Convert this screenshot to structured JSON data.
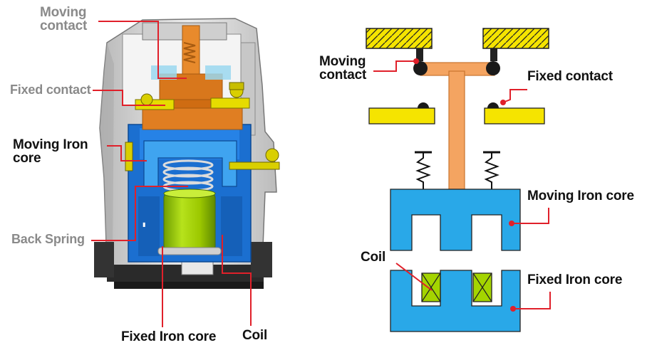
{
  "left_diagram": {
    "labels": {
      "moving_contact": "Moving\ncontact",
      "fixed_contact": "Fixed contact",
      "moving_iron_core": "Moving Iron\ncore",
      "back_spring": "Back Spring",
      "fixed_iron_core": "Fixed Iron core",
      "coil": "Coil"
    }
  },
  "right_diagram": {
    "labels": {
      "moving_contact": "Moving\ncontact",
      "fixed_contact": "Fixed contact",
      "moving_iron_core": "Moving Iron core",
      "coil": "Coil",
      "fixed_iron_core": "Fixed Iron core"
    }
  },
  "colors": {
    "leader_line": "#e0202a",
    "iron_core": "#29a8e8",
    "contact_yellow": "#f5e400",
    "actuator_orange": "#f4a461",
    "coil_green": "#a4d400",
    "housing_grey": "#d4d4d4",
    "housing_blue": "#1b6fd0",
    "copper": "#d8771c"
  }
}
